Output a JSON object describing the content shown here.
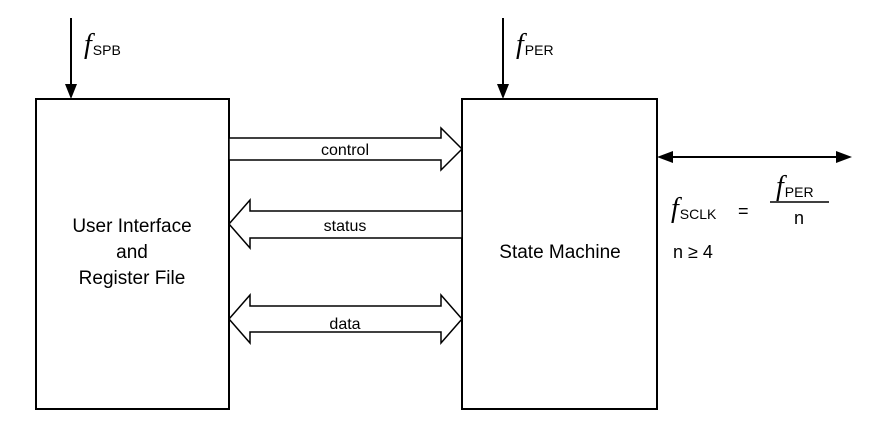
{
  "blocks": {
    "left": {
      "lines": [
        "User Interface",
        "and",
        "Register File"
      ]
    },
    "right": {
      "label": "State Machine"
    }
  },
  "buses": {
    "control": "control",
    "status": "status",
    "data": "data"
  },
  "clocks": {
    "spb": {
      "symbol": "f",
      "subscript": "SPB"
    },
    "per": {
      "symbol": "f",
      "subscript": "PER"
    }
  },
  "formula": {
    "lhs_symbol": "f",
    "lhs_subscript": "SCLK",
    "equals": "=",
    "num_symbol": "f",
    "num_subscript": "PER",
    "denominator": "n",
    "condition": "n ≥ 4"
  }
}
